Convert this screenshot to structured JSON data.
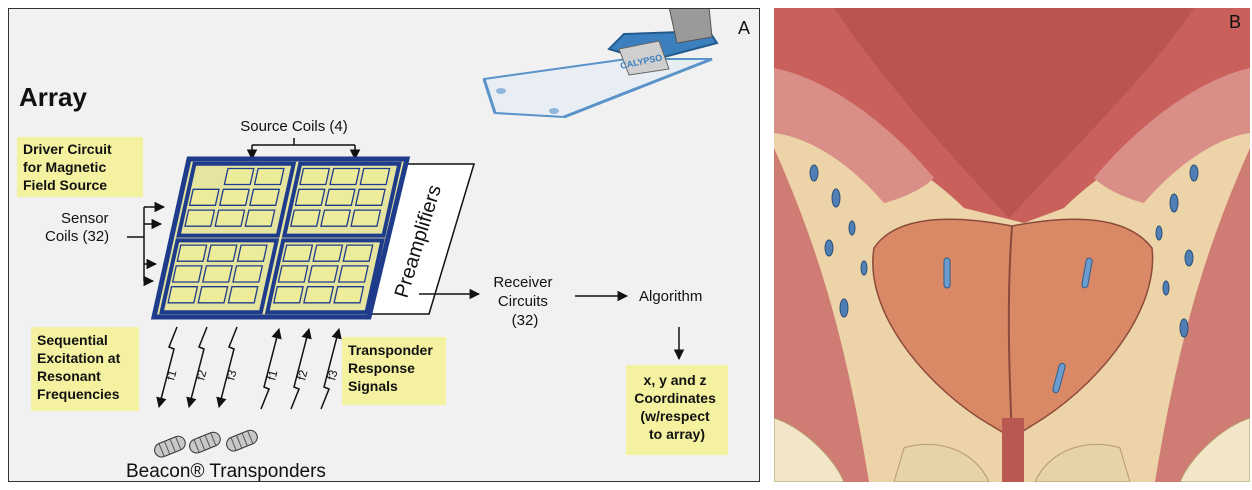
{
  "panels": {
    "a": {
      "letter": "A"
    },
    "b": {
      "letter": "B"
    }
  },
  "diagram": {
    "title": "Array",
    "source_coils": "Source Coils (4)",
    "driver_circuit": [
      "Driver Circuit",
      "for Magnetic",
      "Field Source"
    ],
    "sensor_coils": [
      "Sensor",
      "Coils (32)"
    ],
    "preamplifiers": "Preamplifiers",
    "receiver_circuits": [
      "Receiver",
      "Circuits",
      "(32)"
    ],
    "algorithm": "Algorithm",
    "coordinates": [
      "x, y and z",
      "Coordinates",
      "(w/respect",
      "to array)"
    ],
    "sequential": [
      "Sequential",
      "Excitation at",
      "Resonant",
      "Frequencies"
    ],
    "transponder_signals": [
      "Transponder",
      "Response",
      "Signals"
    ],
    "freq_labels": [
      "f1",
      "f2",
      "f3"
    ],
    "beacon": "Beacon® Transponders",
    "device_brand": "CALYPSO"
  },
  "colors": {
    "highlight_box": "#f4f1a0",
    "coil_fill": "#ecec9a",
    "coil_border": "#1f3b8c",
    "panel_bg": "#f1f1f1",
    "device_blue": "#5a93c9"
  }
}
